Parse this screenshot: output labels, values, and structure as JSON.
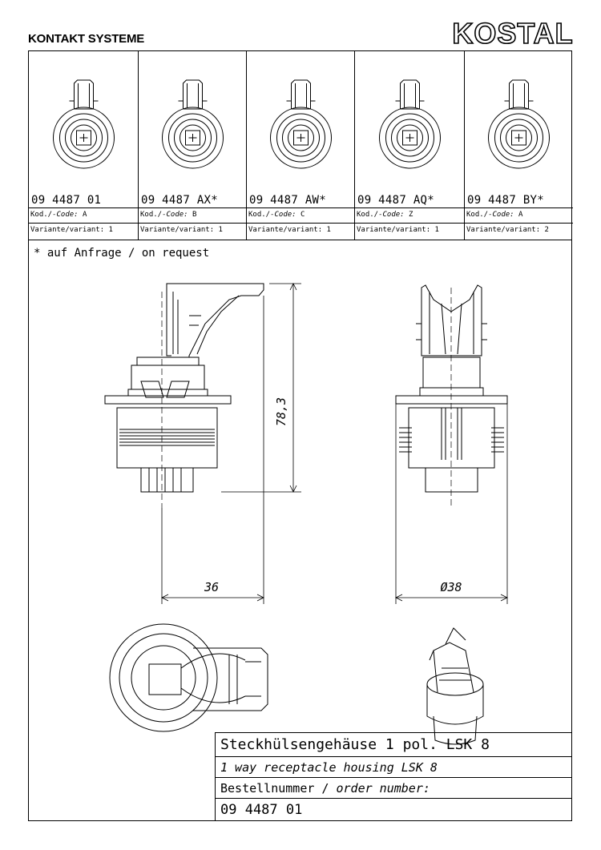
{
  "header": {
    "company_section": "KONTAKT SYSTEME",
    "logo_text": "KOSTAL"
  },
  "variants": [
    {
      "part_number": "09 4487 01",
      "code_label": "Kod./",
      "code_label_en": "-Code:",
      "code": "A",
      "variant": "Variante/variant: 1"
    },
    {
      "part_number": "09 4487 AX*",
      "code_label": "Kod./",
      "code_label_en": "-Code:",
      "code": "B",
      "variant": "Variante/variant: 1"
    },
    {
      "part_number": "09 4487 AW*",
      "code_label": "Kod./",
      "code_label_en": "-Code:",
      "code": "C",
      "variant": "Variante/variant: 1"
    },
    {
      "part_number": "09 4487 AQ*",
      "code_label": "Kod./",
      "code_label_en": "-Code:",
      "code": "Z",
      "variant": "Variante/variant: 1"
    },
    {
      "part_number": "09 4487 BY*",
      "code_label": "Kod./",
      "code_label_en": "-Code:",
      "code": "A",
      "variant": "Variante/variant: 2"
    }
  ],
  "note": "* auf Anfrage / on request",
  "dimensions": {
    "height": "78,3",
    "width": "36",
    "diameter": "Ø38"
  },
  "title_block": {
    "title_de": "Steckhülsengehäuse 1 pol. LSK 8",
    "title_en": "1 way receptacle housing LSK 8",
    "order_label_de": "Bestellnummer / ",
    "order_label_en": "order number:",
    "order_number": "09 4487 01"
  }
}
